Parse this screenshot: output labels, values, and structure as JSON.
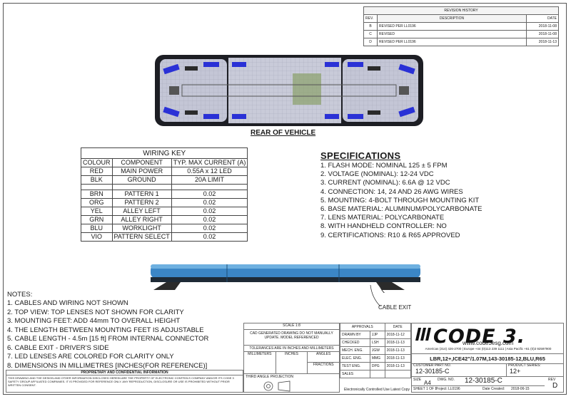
{
  "revision": {
    "title": "REVISION HISTORY",
    "headers": [
      "REV.",
      "DESCRIPTION",
      "DATE"
    ],
    "rows": [
      {
        "rev": "B",
        "desc": "REVISED PER LL0196",
        "date": "2018-11-08"
      },
      {
        "rev": "C",
        "desc": "REVISED",
        "date": "2018-11-08"
      },
      {
        "rev": "D",
        "desc": "REVISED PER LL0196",
        "date": "2018-11-13"
      }
    ]
  },
  "views": {
    "rear_label": "REAR OF VEHICLE",
    "cable_exit_label": "CABLE EXIT"
  },
  "wiring": {
    "title": "WIRING KEY",
    "headers": [
      "COLOUR",
      "COMPONENT",
      "TYP. MAX CURRENT (A)"
    ],
    "group1": [
      {
        "colour": "RED",
        "component": "MAIN POWER",
        "current": "0.55A x 12 LED"
      },
      {
        "colour": "BLK",
        "component": "GROUND",
        "current": "20A LIMIT"
      }
    ],
    "group2": [
      {
        "colour": "BRN",
        "component": "PATTERN 1",
        "current": "0.02"
      },
      {
        "colour": "ORG",
        "component": "PATTERN 2",
        "current": "0.02"
      },
      {
        "colour": "YEL",
        "component": "ALLEY LEFT",
        "current": "0.02"
      },
      {
        "colour": "GRN",
        "component": "ALLEY RIGHT",
        "current": "0.02"
      },
      {
        "colour": "BLU",
        "component": "WORKLIGHT",
        "current": "0.02"
      },
      {
        "colour": "VIO",
        "component": "PATTERN SELECT",
        "current": "0.02"
      }
    ]
  },
  "specs": {
    "title": "SPECIFICATIONS",
    "items": [
      "1. FLASH MODE: NOMINAL 125 ± 5 FPM",
      "2. VOLTAGE (NOMINAL): 12-24 VDC",
      "3. CURRENT (NOMINAL): 6.6A @ 12 VDC",
      "4. CONNECTION: 14, 24 AND 26 AWG WIRES",
      "5. MOUNTING: 4-BOLT THROUGH MOUNTING KIT",
      "6. BASE MATERIAL: ALUMINUM/POLYCARBONATE",
      "7. LENS MATERIAL: POLYCARBONATE",
      "8. WITH HANDHELD CONTROLLER: NO",
      "9. CERTIFICATIONS: R10 & R65 APPROVED"
    ]
  },
  "notes": {
    "title": "NOTES:",
    "items": [
      "1. CABLES AND WIRING NOT SHOWN",
      "2. TOP VIEW: TOP LENSES NOT SHOWN FOR CLARITY",
      "3. MOUNTING FEET: ADD 44mm TO OVERALL HEIGHT",
      "4. THE LENGTH BETWEEN MOUNTING FEET IS ADJUSTABLE",
      "5. CABLE LENGTH - 4.5m [15 ft] FROM INTERNAL CONNECTOR",
      "6. CABLE EXIT - DRIVER'S SIDE",
      "7. LED LENSES ARE COLORED FOR CLARITY ONLY",
      "8. DIMENSIONS IN MILLIMETRES [INCHES(FOR REFERENCE)]"
    ]
  },
  "titleblock": {
    "proprietary_title": "PROPRIETARY AND CONFIDENTIAL INFORMATION",
    "proprietary_text": "THIS DRAWING AND THE DESIGN AND OTHER INFORMATION DISCLOSED HEREIN ARE THE PROPERTY OF ELECTRONIC CONTROLS COMPANY AND/OR ITS CODE 3 SAFETY GROUP AFFILIATED COMPANIES. IT IS PROVIDED FOR REFERENCE ONLY. ANY REPRODUCTION, DISCLOSURE OR USE IS PROHIBITED WITHOUT PRIOR WRITTEN CONSENT.",
    "scale": "SCALE 1:8",
    "cad_note": "CAD GENERATED DRAWING DO NOT MANUALLY UPDATE. MODEL REFERENCED",
    "tolerance_title": "TOLERANCES ARE IN INCHES AND MILLIMETERS",
    "tol_col1": "MILLIMETERS",
    "tol_col2": "INCHES",
    "tol_col3": "ANGLES",
    "tol_col4": "FRACTIONS",
    "projection": "THIRD ANGLE PROJECTION",
    "approvals_title": "APPROVALS",
    "approvals_date_hdr": "DATE",
    "approvals": [
      {
        "role": "DRAWN BY",
        "name": "JJP",
        "date": "2018-11-12"
      },
      {
        "role": "CHECKED",
        "name": "LSH",
        "date": "2018-11-13"
      },
      {
        "role": "MECH. ENG.",
        "name": "JGW",
        "date": "2018-11-13"
      },
      {
        "role": "ELEC. ENG.",
        "name": "MMG",
        "date": "2018-11-13"
      },
      {
        "role": "TEST ENG.",
        "name": "DPG",
        "date": "2018-11-13"
      },
      {
        "role": "SALES",
        "name": "",
        "date": ""
      }
    ],
    "logo": "CODE 3.",
    "website": "www.code3esg.com",
    "contacts": "Americas (314) 426-2700  |  Europe +44 (0)113 239 1111  |  Asia Pacific +61 (0)3 92597900",
    "description": "LBR,12+,ICE42\"/1.07M,143-30185-12,BLU,R65",
    "customer_part_label": "CUSTOMER PART NO.",
    "customer_part": "12-30185-C",
    "product_series_label": "PRODUCT SERIES:",
    "product_series": "12+",
    "size_label": "SIZE",
    "size": "A4",
    "dwg_label": "DWG. NO.",
    "dwg": "12-30185-C",
    "rev_label": "REV",
    "rev": "D",
    "footer_note": "Electronically Controlled Use Latest Copy",
    "sheet": "SHEET 1 OF 1",
    "project_label": "Project:",
    "project": "LL0196",
    "date_created_label": "Date Created:",
    "date_created": "2018-06-15"
  }
}
